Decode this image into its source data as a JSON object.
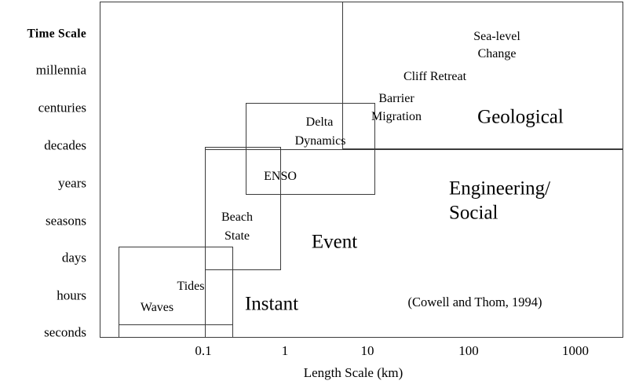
{
  "chart_data": {
    "type": "diagram",
    "title": "Coastal processes: Time Scale vs Length Scale",
    "xlabel": "Length Scale (km)",
    "ylabel": "Time Scale",
    "xticks": [
      "0.1",
      "1",
      "10",
      "100",
      "1000"
    ],
    "yticks": [
      "millennia",
      "centuries",
      "decades",
      "years",
      "seasons",
      "days",
      "hours",
      "seconds"
    ],
    "citation": "(Cowell and Thom, 1994)",
    "nested_levels": [
      {
        "name": "Instant",
        "label": "Instant",
        "processes": [
          "Waves",
          "Tides"
        ],
        "x_range_km": [
          0.03,
          0.25
        ],
        "y_range": [
          "seconds",
          "days"
        ]
      },
      {
        "name": "Event",
        "label": "Event",
        "processes": [
          "Beach State"
        ],
        "x_range_km": [
          0.15,
          0.9
        ],
        "y_range": [
          "hours",
          "decades"
        ]
      },
      {
        "name": "Engineering/Social",
        "label": "Engineering/ Social",
        "processes": [
          "ENSO",
          "Delta Dynamics"
        ],
        "x_range_km": [
          0.5,
          5
        ],
        "y_range": [
          "seasons",
          "centuries"
        ]
      },
      {
        "name": "Geological",
        "label": "Geological",
        "processes": [
          "Barrier Migration",
          "Cliff Retreat",
          "Sea-level Change"
        ],
        "x_range_km": [
          4,
          2000
        ],
        "y_range": [
          "decades",
          "millennia"
        ]
      }
    ]
  },
  "axes": {
    "y_title": "Time Scale",
    "y_ticks": [
      {
        "label": "millennia"
      },
      {
        "label": "centuries"
      },
      {
        "label": "decades"
      },
      {
        "label": "years"
      },
      {
        "label": "seasons"
      },
      {
        "label": "days"
      },
      {
        "label": "hours"
      },
      {
        "label": "seconds"
      }
    ],
    "x_ticks": [
      {
        "label": "0.1"
      },
      {
        "label": "1"
      },
      {
        "label": "10"
      },
      {
        "label": "100"
      },
      {
        "label": "1000"
      }
    ],
    "x_title": "Length Scale (km)"
  },
  "labels": {
    "sea_level": "Sea-level",
    "change": "Change",
    "cliff_retreat": "Cliff Retreat",
    "barrier": "Barrier",
    "migration": "Migration",
    "geological": "Geological",
    "delta": "Delta",
    "dynamics": "Dynamics",
    "enso": "ENSO",
    "engineering": "Engineering/",
    "social": "Social",
    "beach": "Beach",
    "state": "State",
    "event": "Event",
    "tides": "Tides",
    "waves": "Waves",
    "instant": "Instant",
    "citation": "(Cowell and Thom, 1994)"
  },
  "colors": {
    "line": "#3b3b3b",
    "text": "#000000",
    "background": "#ffffff"
  }
}
